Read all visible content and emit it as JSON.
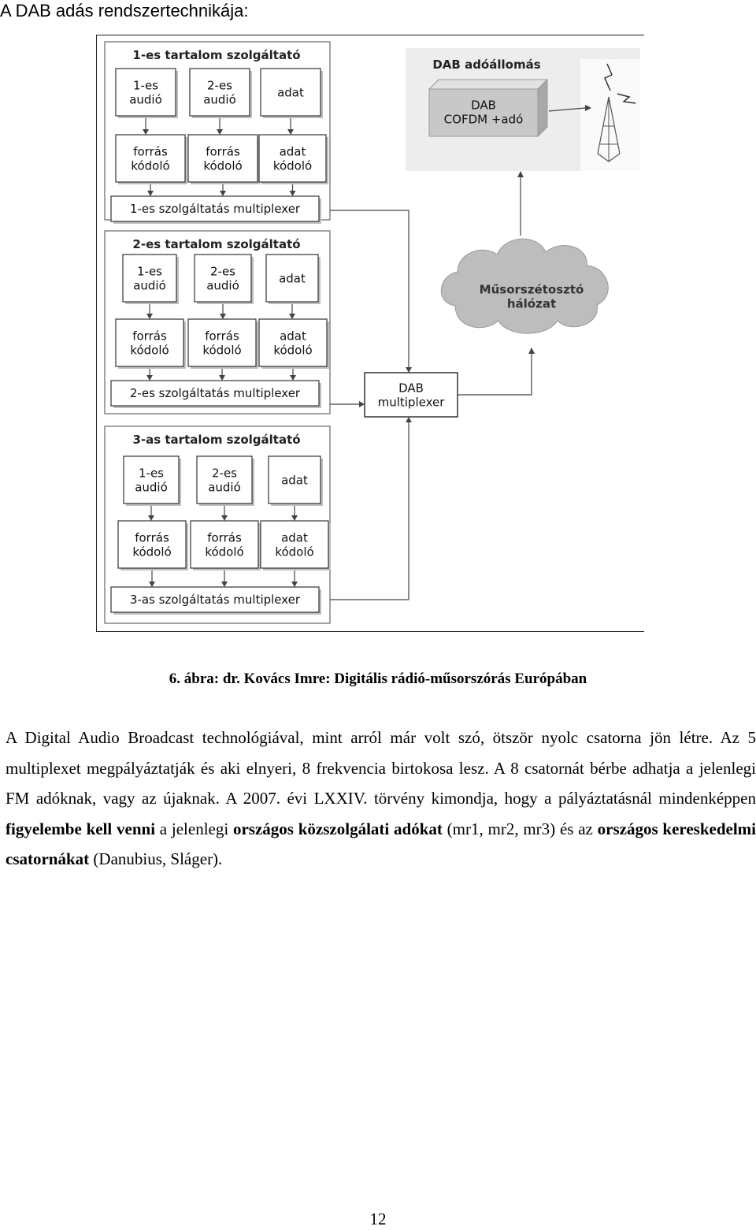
{
  "page": {
    "heading": "A DAB adás rendszertechnikája:",
    "page_number": "12"
  },
  "figure": {
    "providers": [
      {
        "title": "1-es tartalom szolgáltató",
        "sources": [
          [
            "1-es",
            "audió"
          ],
          [
            "2-es",
            "audió"
          ],
          [
            "adat"
          ]
        ],
        "encoders": [
          [
            "forrás",
            "kódoló"
          ],
          [
            "forrás",
            "kódoló"
          ],
          [
            "adat",
            "kódoló"
          ]
        ],
        "multiplexer": "1-es szolgáltatás multiplexer"
      },
      {
        "title": "2-es tartalom szolgáltató",
        "sources": [
          [
            "1-es",
            "audió"
          ],
          [
            "2-es",
            "audió"
          ],
          [
            "adat"
          ]
        ],
        "encoders": [
          [
            "forrás",
            "kódoló"
          ],
          [
            "forrás",
            "kódoló"
          ],
          [
            "adat",
            "kódoló"
          ]
        ],
        "multiplexer": "2-es szolgáltatás multiplexer"
      },
      {
        "title": "3-as tartalom szolgáltató",
        "sources": [
          [
            "1-es",
            "audió"
          ],
          [
            "2-es",
            "audió"
          ],
          [
            "adat"
          ]
        ],
        "encoders": [
          [
            "forrás",
            "kódoló"
          ],
          [
            "forrás",
            "kódoló"
          ],
          [
            "adat",
            "kódoló"
          ]
        ],
        "multiplexer": "3-as szolgáltatás multiplexer"
      }
    ],
    "station_title": "DAB adóállomás",
    "transmitter": [
      "DAB",
      "COFDM +adó"
    ],
    "network": [
      "Műsorszétosztó",
      "hálózat"
    ],
    "dab_multiplexer": [
      "DAB",
      "multiplexer"
    ],
    "colors": {
      "station_box": "#c8c8c8",
      "station_bg": "#ededed",
      "cloud": "#bdbdbd"
    },
    "icons": [
      "antenna-tower-icon",
      "lightning-icon"
    ]
  },
  "caption": "6. ábra: dr. Kovács Imre: Digitális rádió-műsorszórás Európában",
  "paragraph": [
    {
      "text": "A Digital Audio Broadcast technológiával, mint arról már volt szó, ötször nyolc csatorna jön létre. Az 5 multiplexet megpályáztatják és aki elnyeri, 8 frekvencia birtokosa lesz. A 8 csatornát bérbe adhatja a jelenlegi FM adóknak, vagy az újaknak. A 2007. évi LXXIV. törvény kimondja, hogy a pályáztatásnál mindenképpen ",
      "bold": false
    },
    {
      "text": "figyelembe kell venni",
      "bold": true
    },
    {
      "text": " a jelenlegi ",
      "bold": false
    },
    {
      "text": "országos közszolgálati adókat",
      "bold": true
    },
    {
      "text": " (mr1, mr2, mr3) és az ",
      "bold": false
    },
    {
      "text": "országos kereskedelmi csatornákat",
      "bold": true
    },
    {
      "text": " (Danubius, Sláger).",
      "bold": false
    }
  ]
}
